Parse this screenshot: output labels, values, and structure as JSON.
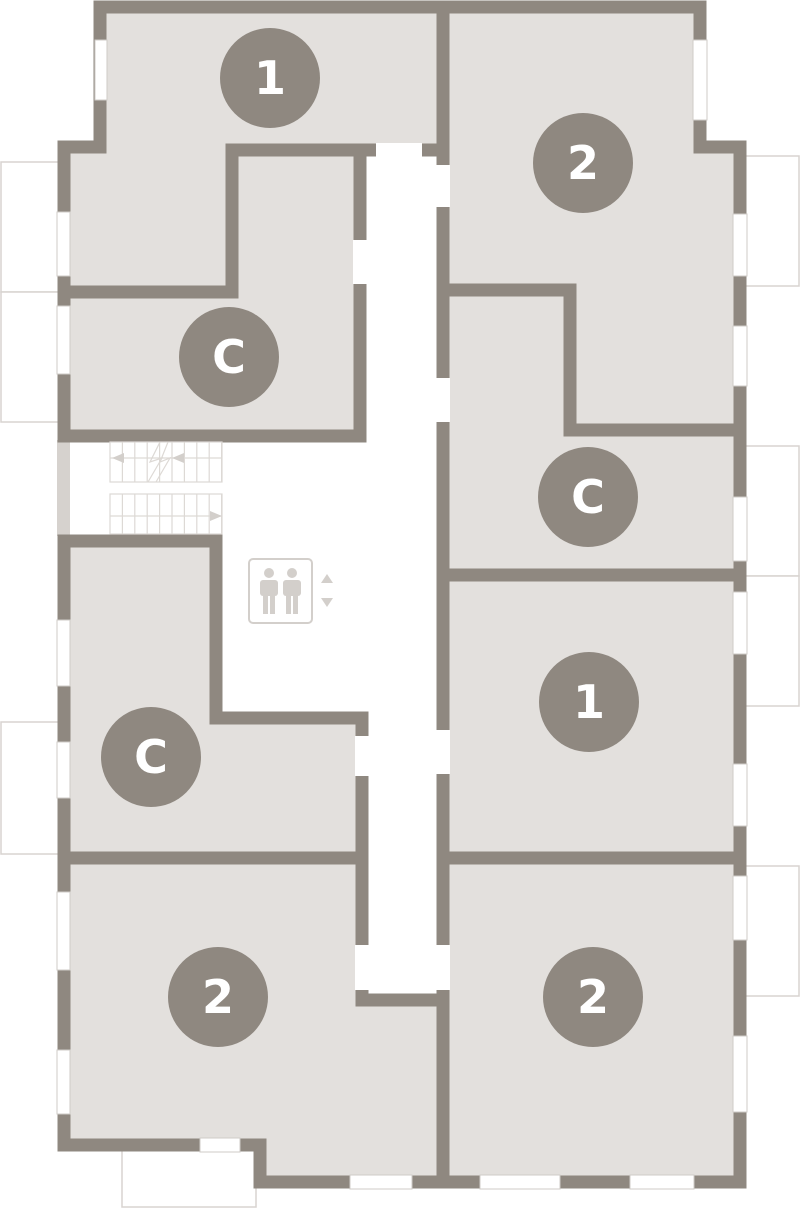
{
  "plan": {
    "colors": {
      "wall": "#8f8880",
      "floor": "#e3e0dd",
      "badge": "#8f8880",
      "badge_text": "#ffffff",
      "fixture": "#d3cfcb"
    },
    "units": [
      {
        "label": "1"
      },
      {
        "label": "2"
      },
      {
        "label": "C"
      },
      {
        "label": "C"
      },
      {
        "label": "1"
      },
      {
        "label": "C"
      },
      {
        "label": "2"
      },
      {
        "label": "2"
      }
    ],
    "icons": [
      "staircase-icon",
      "elevator-icon",
      "elevator-up-arrow-icon",
      "elevator-down-arrow-icon"
    ]
  }
}
